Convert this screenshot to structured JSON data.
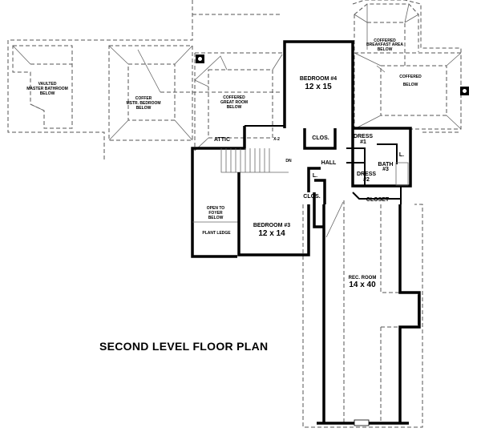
{
  "title": "SECOND LEVEL FLOOR PLAN",
  "labels": {
    "vaulted_1": "VAULTED",
    "vaulted_2": "MASTER BATHROOM",
    "vaulted_3": "BELOW",
    "coffer_mstr_1": "COFFER",
    "coffer_mstr_2": "MSTR. BEDROOM",
    "coffer_mstr_3": "BELOW",
    "great_1": "COFFERED",
    "great_2": "GREAT ROOM",
    "great_3": "BELOW",
    "breakfast_1": "COFFERED",
    "breakfast_2": "BREAKFAST AREA",
    "breakfast_3": "BELOW",
    "coffered_right_1": "COFFERED",
    "coffered_right_2": "BELOW",
    "attic": "ATTIC",
    "clos_top": "CLOS.",
    "hall": "HALL",
    "dn": "DN",
    "dress1_1": "DRESS",
    "dress1_2": "#1",
    "dress2_1": "DRESS",
    "dress2_2": "#2",
    "bath3_1": "BATH",
    "bath3_2": "#3",
    "linen_1": "L.",
    "linen_2": "L.",
    "clos_mid": "CLOS.",
    "closet": "CLOSET",
    "open_foyer_1": "OPEN TO",
    "open_foyer_2": "FOYER",
    "open_foyer_3": "BELOW",
    "plant_ledge": "PLANT LEDGE",
    "x2": "X-2"
  },
  "rooms": {
    "bedroom4": {
      "name": "BEDROOM #4",
      "size": "12 x 15"
    },
    "bedroom3": {
      "name": "BEDROOM #3",
      "size": "12 x 14"
    },
    "rec_room": {
      "name": "REC. ROOM",
      "size": "14 x 40"
    }
  }
}
